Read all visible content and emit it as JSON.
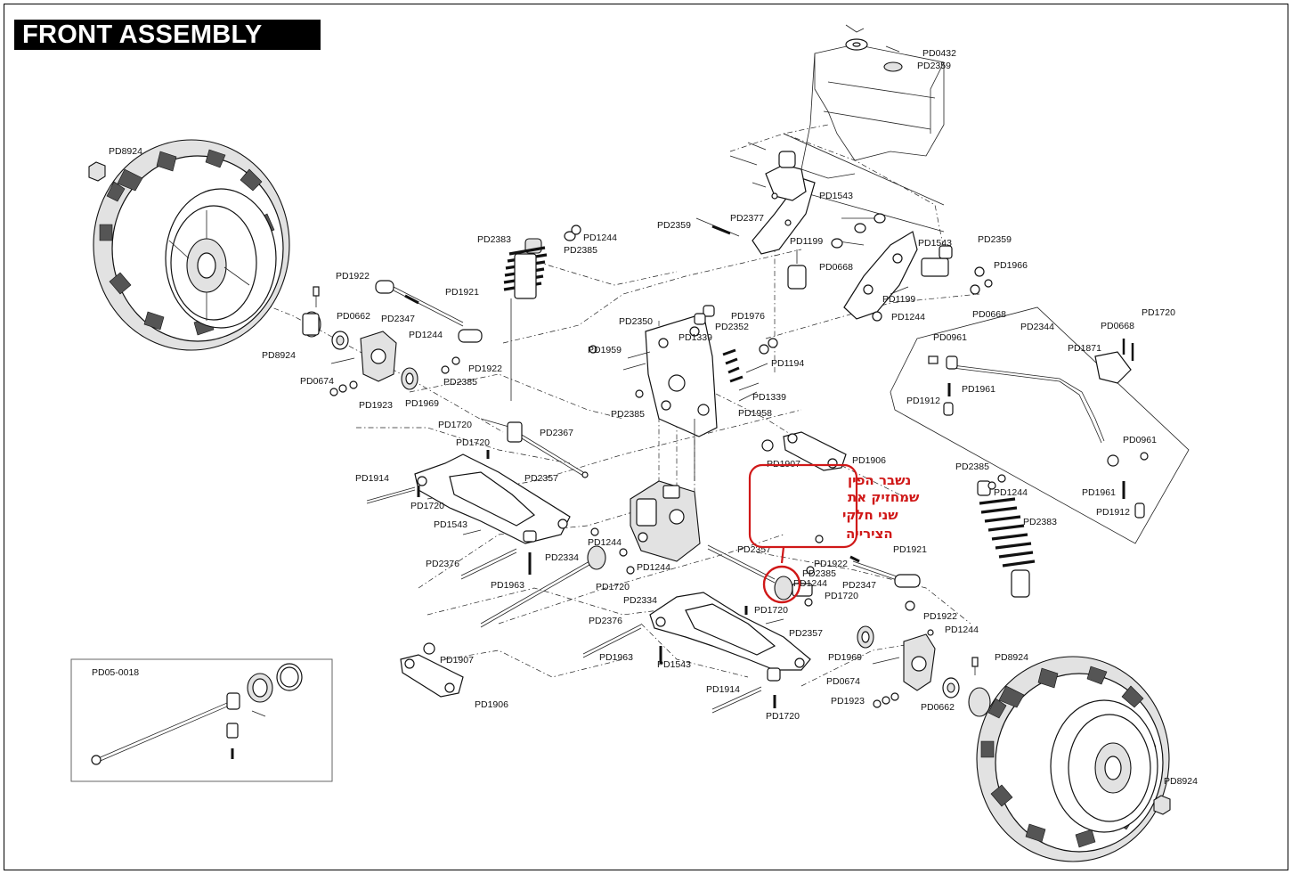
{
  "title": "FRONT ASSEMBLY",
  "inset_label": "PD05-0018",
  "annotation": {
    "lines": [
      "נשבר הפין",
      "שמחזיק את",
      "שני חלקי",
      "הצירייה"
    ],
    "color": "#d01818"
  },
  "part_labels": [
    {
      "text": "PD0432"
    },
    {
      "text": "PD2359"
    },
    {
      "text": "PD8924"
    },
    {
      "text": "PD1543"
    },
    {
      "text": "PD2377"
    },
    {
      "text": "PD2359"
    },
    {
      "text": "PD1199"
    },
    {
      "text": "PD1543"
    },
    {
      "text": "PD2359"
    },
    {
      "text": "PD0668"
    },
    {
      "text": "PD1966"
    },
    {
      "text": "PD1199"
    },
    {
      "text": "PD2383"
    },
    {
      "text": "PD1244"
    },
    {
      "text": "PD2385"
    },
    {
      "text": "PD1922"
    },
    {
      "text": "PD1921"
    },
    {
      "text": "PD0662"
    },
    {
      "text": "PD2347"
    },
    {
      "text": "PD1244"
    },
    {
      "text": "PD8924"
    },
    {
      "text": "PD1922"
    },
    {
      "text": "PD0674"
    },
    {
      "text": "PD2385"
    },
    {
      "text": "PD1923"
    },
    {
      "text": "PD1969"
    },
    {
      "text": "PD2350"
    },
    {
      "text": "PD1976"
    },
    {
      "text": "PD2352"
    },
    {
      "text": "PD1244"
    },
    {
      "text": "PD0668"
    },
    {
      "text": "PD1339"
    },
    {
      "text": "PD1959"
    },
    {
      "text": "PD1194"
    },
    {
      "text": "PD1339"
    },
    {
      "text": "PD2385"
    },
    {
      "text": "PD1958"
    },
    {
      "text": "PD2344"
    },
    {
      "text": "PD1720"
    },
    {
      "text": "PD0668"
    },
    {
      "text": "PD0961"
    },
    {
      "text": "PD1871"
    },
    {
      "text": "PD1961"
    },
    {
      "text": "PD1912"
    },
    {
      "text": "PD0961"
    },
    {
      "text": "PD1720"
    },
    {
      "text": "PD2367"
    },
    {
      "text": "PD1720"
    },
    {
      "text": "PD1907"
    },
    {
      "text": "PD1906"
    },
    {
      "text": "PD2357"
    },
    {
      "text": "PD1914"
    },
    {
      "text": "PD1720"
    },
    {
      "text": "PD2385"
    },
    {
      "text": "PD1244"
    },
    {
      "text": "PD1961"
    },
    {
      "text": "PD1912"
    },
    {
      "text": "PD2383"
    },
    {
      "text": "PD1543"
    },
    {
      "text": "PD1244"
    },
    {
      "text": "PD2334"
    },
    {
      "text": "PD2376"
    },
    {
      "text": "PD1244"
    },
    {
      "text": "PD1963"
    },
    {
      "text": "PD2357"
    },
    {
      "text": "PD1921"
    },
    {
      "text": "PD1922"
    },
    {
      "text": "PD2385"
    },
    {
      "text": "PD1244"
    },
    {
      "text": "PD1720"
    },
    {
      "text": "PD2347"
    },
    {
      "text": "PD1720"
    },
    {
      "text": "PD2334"
    },
    {
      "text": "PD1720"
    },
    {
      "text": "PD1922"
    },
    {
      "text": "PD2357"
    },
    {
      "text": "PD2376"
    },
    {
      "text": "PD1244"
    },
    {
      "text": "PD1907"
    },
    {
      "text": "PD1963"
    },
    {
      "text": "PD1543"
    },
    {
      "text": "PD1969"
    },
    {
      "text": "PD8924"
    },
    {
      "text": "PD0674"
    },
    {
      "text": "PD1906"
    },
    {
      "text": "PD1914"
    },
    {
      "text": "PD1923"
    },
    {
      "text": "PD0662"
    },
    {
      "text": "PD1720"
    },
    {
      "text": "PD8924"
    }
  ]
}
